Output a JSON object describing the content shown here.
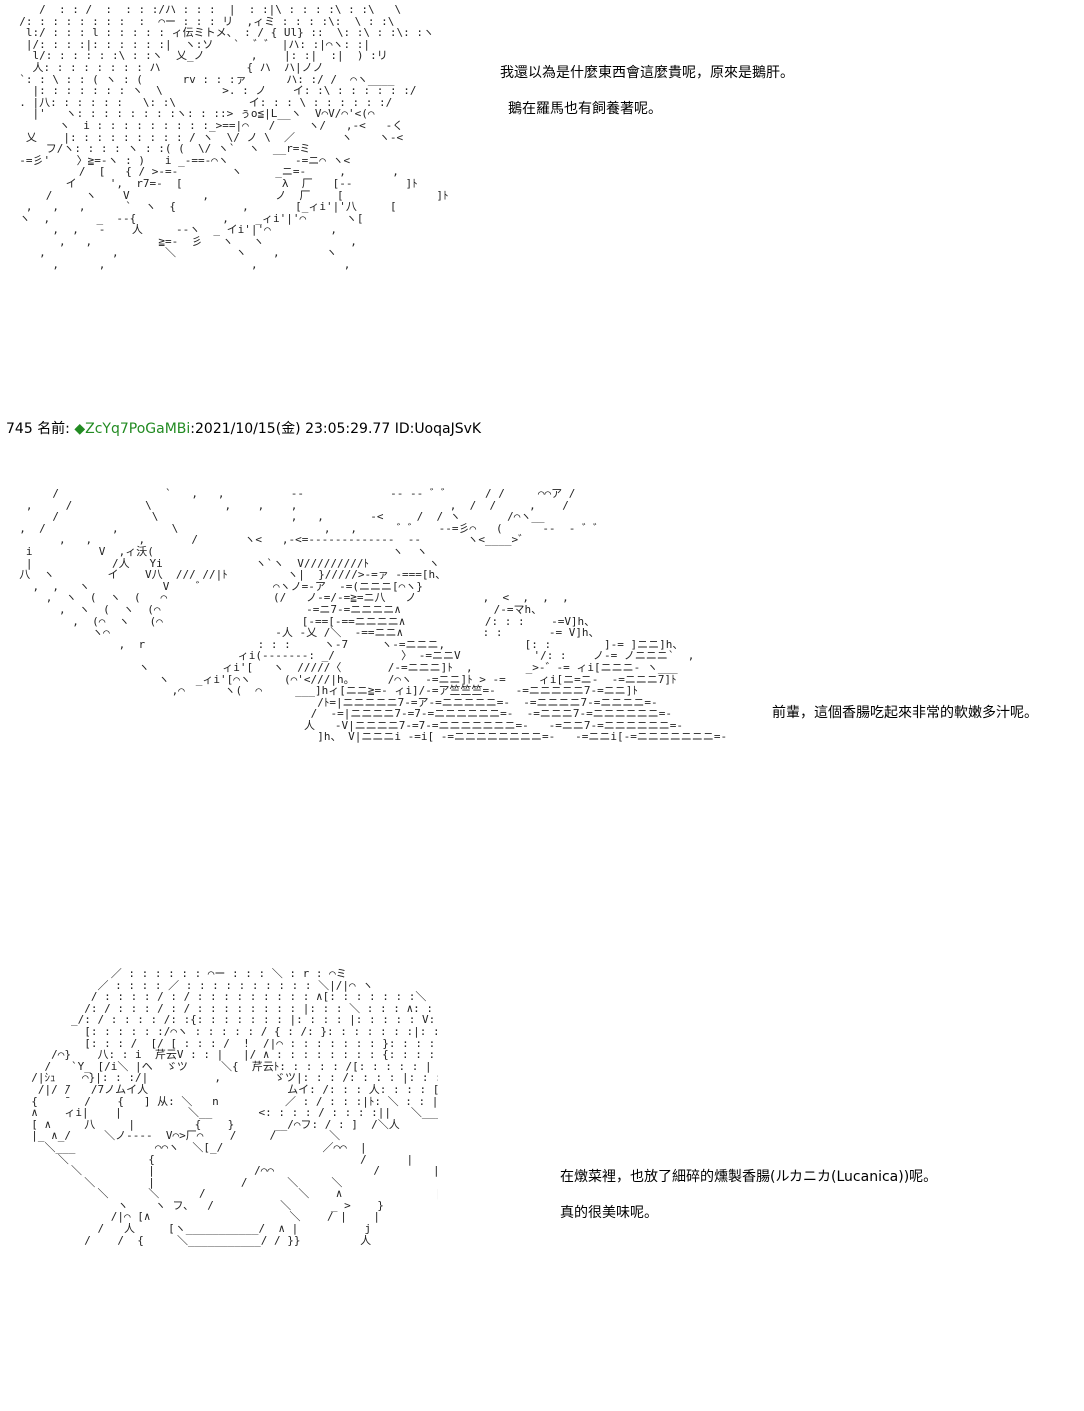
{
  "colors": {
    "background": "#ffffff",
    "text": "#000000",
    "trip": "#228b22"
  },
  "post": {
    "number": "745",
    "name_label": "名前:",
    "diamond": "◆",
    "trip": "ZcYq7PoGaMBi",
    "date": ":2021/10/15(金) 23:05:29.77",
    "id": "ID:UoqaJSvK"
  },
  "dialogs": {
    "panel1_line1": "我還以為是什麼東西會這麼貴呢，原來是鵝肝。",
    "panel1_line2": "鵝在羅馬也有飼養著呢。",
    "panel2_line1": "前輩，這個香腸吃起來非常的軟嫩多汁呢。",
    "panel3_line1": "在燉菜裡，也放了細碎的燻製香腸(ルカニカ(Lucanica))呢。",
    "panel3_line2": "真的很美味呢。"
  },
  "art": {
    "panel1": "     /  : : /  :  : : :/ハ : : :  |  : :|\\ : : : :\\ : :\\   \\\n  /: : : : : : : :  :  ⌒ー : : : リ  ,ィミ : : : :\\:  \\ : :\\\n   l:/ : : : l : : : : : ィ伝ミトメ、 : / { Ul} ::  \\: :\\ : :\\: :ヽ\n   |/: : : :|: : : : : :|  ヽ:ソ   `  ゛゛ |ハ: :|⌒ヽ: :|\n    l/: : : : : :\\ : :ヽ  乂_ノ       ,    |: :|  :|  ) :リ\n    人: : : : : : : : ハ             { ハ  ハ|ノノ\n  `: : \\ : : ( ヽ : (      rv : : :ァ      ハ: :/ /  ⌒ヽ____\n    |: : : : : : : ヽ  \\         >. : ノ    イ: :\\ : : : : : :/\n  . |八: : : : : :   \\: :\\           イ: : : \\ : : : : : :/\n    |'   ヽ: : : : : : : :ヽ: : ::> ぅo≦|L__ヽ  V⌒V/⌒'<(⌒\n        ヽ  i : : : : : : : : :_>==|⌒   /     ヽ/   ,-<   ‐く\n   乂    |: : : : : : : : : / ヽ  \\/ ノ \\  ／       ヽ    ヽ-<\n      フ/ヽ: : : : ヽ : :( (  \\/ ヽ`  ヽ  __r=ミ\n  ‐=彡'    〉≧=‐ヽ : )   i _‐==‐⌒ヽ          ‐=ニ⌒ ヽ<\n           /  [   { / >‐=‐        ヽ     _ニ=‐     ,       ,\n         イ     ',  r7=‐  [               λ  厂   [‐‐        ]ﾄ\n      /     ヽ    V           ,          ノ  厂    [              ]ﾄ\n   ,   ,   ,      `  ヽ  {          ,       [_ィi'|'八     [\n  ヽ  ,       _  -‐{             ,    _ィi'|'⌒      ヽ[\n       ,  ,   ‐    人     ‐‐ヽ  _ イi'|'⌒         ,\n        ,   ,          ≧=‐  彡   ヽ   ヽ             ,\n     ,          ,       ＼         ヽ    ,       ヽ\n       ,      ,                      ,             ,",
    "panel2": "       /                `   ,   ,          ‐‐             ‐‐ ‐‐ ゛゛     / /     ⌒⌒ア /\n   ,     /           \\           ,    ,    ,                       ,  /  /     ,    /\n       /              \\                    ,   ,       ‐<     /  / ヽ       /⌒ヽ__\n  ,  /          ,        \\                      ,   ,      ゛゛   ‐‐=彡⌒   (      ‐‐  ‐ ゛゛\n        ,   ,       ,       /       ヽ<   ,‐<=‐‐‐‐‐‐‐‐‐‐‐‐‐  ‐‐       ヽ<____>゛\n   i          V  ,ィ沃(                                    ヽ  ヽ\n   |            /人   Yi              ヽ`ヽ  V/////////ﾄ         ヽ\n  八  ヽ        イ    V八  /// //|ﾄ         ヽ|  }/////>‐=ァ ‐===[h、\n    ,  ,   ヽ           V    ゛          ⌒ヽノ=‐ア  ‐=(ニニニ[⌒ヽ}\n      ,  ヽ  (  ヽ  (   ⌒                (/   ノ‐=/‐=≧=ニ八   ノ          ,  <  ,  ,  ,\n        ,  ヽ  (  ヽ  (⌒                      ‐=ニ7‐=ニニニニ∧              /‐=マh、\n          ,  (⌒  ヽ   (⌒                     [‐==[‐==ニニニニ∧            /: : :    ‐=V]h、\n             ヽ⌒                         ‐人 ‐乂 /＼  ‐==ニニ∧            : :       ‐= V]h、\n                 ,  r                 : : :     ヽ‐7     ヽ‐=ニニニ,            [: :        ]‐= ]ニニ]h、\n                                   ィi(‐‐‐‐‐‐‐: _/          〉 ‐=ニニV           '/: :    ノ‐= ノニニニ`  ,\n                    ヽ           ィi'[   ヽ  /////〈       /‐=ニニニ]ﾄ  ,        _>‐゛‐= ィi[ニニニ‐ ヽ___\n                       ヽ    _ィi'[⌒ヽ     (⌒'<///|h。     /⌒ヽ  ‐=ニニ]ﾄ > ‐=     ィi[ニ=ニ‐  ‐=ニニニ7]ﾄ\n                         ,⌒      ヽ(  ⌒     ___]hィ[ニニ≧=‐ ィi]/‐=ア竺竺竺=‐   ‐=ニニニニニ7‐=ニニ]ﾄ\n                                               /ﾄ=|ニニニニニ7‐=ア‐=ニニニニニ=‐  ‐=ニニニニ7‐=ニニニニ=‐\n                                              /  ‐=|ニニニニ7‐=7‐=ニニニニニニ=‐  ‐=ニニニ7‐=ニニニニニニ=‐\n                                             人   ‐V|ニニニニ7‐=7‐=ニニニニニニニ=‐   ‐=ニニ7‐=ニニニニニニ=‐\n                                               ]h、 V|ニニニi ‐=i[ ‐=ニニニニニニニニ=‐   ‐=ニニi[‐=ニニニニニニニ=‐",
    "panel3": "              ／ : : : : : : ⌒ー : : : ＼ : r : ⌒ミ\n            ／ : : : : ／ : : : : : : : : : : ＼|/|⌒ ヽ\n           / : : : : / : / : : : : : : : : : ∧[: : : : : : :＼\n          /: / : : : / : / : : : : : : : : |: : : ＼ : : : ∧: : : : : : }\n        _/: / : : : : /: :{: : : : : : : |: : : : |: : : : : V: : : : : |\n          [: : : : : :/⌒ヽ : : : : : / { : /: }: : : : : : :|: : : : : |\n          [: : : /  [/ [ : : : /  !  /|⌒ : : : : : : : }: : : : : |\n     /⌒}    八: : i  芹云V : : |   |/ ∧ : : : : : : : : {: : : : : |ヽ\n    /   `Y_ [/i＼ |ヘ  ゞツ     ＼{  芹云ﾄ: : : : : /[: : : : : |\n  /|ｼｭ    ⌒}|: : :/|          ,        ゞツ|: : : /: : : : |: : : : : : 人\n   /|/ ̄/   /7ノムイ人                     ムイ: /: : : 人: : : : [   ＼\n  {    ̄   /    {   ] 从: ＼   n          ／ : / : : :|ﾄ: ＼ : : |ヽ\n  ∧    ィi|    |          ＼__       <: : : : / : : : :||   ＼_____ \n  [ ∧     八     |         {    }      __/⌒フ: / : ]  /＼人\n  |_ ∧_/     ＼ノ‐‐‐‐  V⌒>厂⌒    /     /        ＼\n    ＼___            ⌒⌒ヽ  ＼[_/               ／⌒⌒  |\n      ＼            {                               /      |\n        ＼          |               /⌒⌒               /        |\n          ＼        |             /      ＼     ＼                |\n            ＼      ＼      /              ＼    ∧              |\n               ヽ    ヽ フ、  /          ＼      _ >    }           |\n              /|⌒ [∧                     ＼    / |    |           |\n            /   人     [ヽ___________/  ∧ |          j\n          /    /  {     ＼___________/ / }}         人"
  }
}
